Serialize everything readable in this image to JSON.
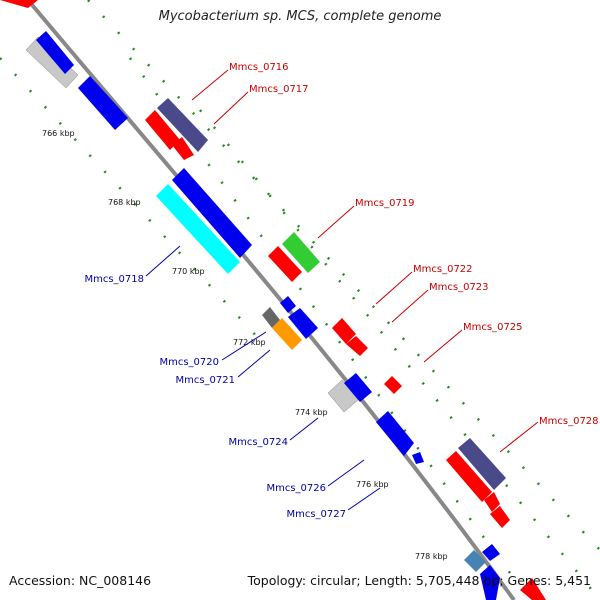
{
  "title": "Mycobacterium sp. MCS, complete genome",
  "footer": {
    "accession": "Accession: NC_008146",
    "summary": "Topology: circular; Length: 5,705,448 bp; Genes: 5,451"
  },
  "kbp_ticks": [
    {
      "label": "766 kbp"
    },
    {
      "label": "768 kbp"
    },
    {
      "label": "770 kbp"
    },
    {
      "label": "772 kbp"
    },
    {
      "label": "774 kbp"
    },
    {
      "label": "776 kbp"
    },
    {
      "label": "778 kbp"
    }
  ],
  "gene_labels_forward": [
    {
      "name": "Mmcs_0716"
    },
    {
      "name": "Mmcs_0717"
    },
    {
      "name": "Mmcs_0719"
    },
    {
      "name": "Mmcs_0722"
    },
    {
      "name": "Mmcs_0723"
    },
    {
      "name": "Mmcs_0725"
    },
    {
      "name": "Mmcs_0728"
    }
  ],
  "gene_labels_reverse": [
    {
      "name": "Mmcs_0718"
    },
    {
      "name": "Mmcs_0720"
    },
    {
      "name": "Mmcs_0721"
    },
    {
      "name": "Mmcs_0724"
    },
    {
      "name": "Mmcs_0726"
    },
    {
      "name": "Mmcs_0727"
    }
  ],
  "colors": {
    "forward_label": "#cc0000",
    "reverse_label": "#0000aa",
    "backbone": "#888888",
    "dots": "#228b22",
    "red": "#ff0000",
    "blue": "#0000ee",
    "navy": "#4a4a8a",
    "cyan": "#00ffff",
    "green": "#33cc33",
    "orange": "#ff9900",
    "gray": "#c8c8c8",
    "darkgray": "#666666",
    "steel": "#4682b4"
  }
}
